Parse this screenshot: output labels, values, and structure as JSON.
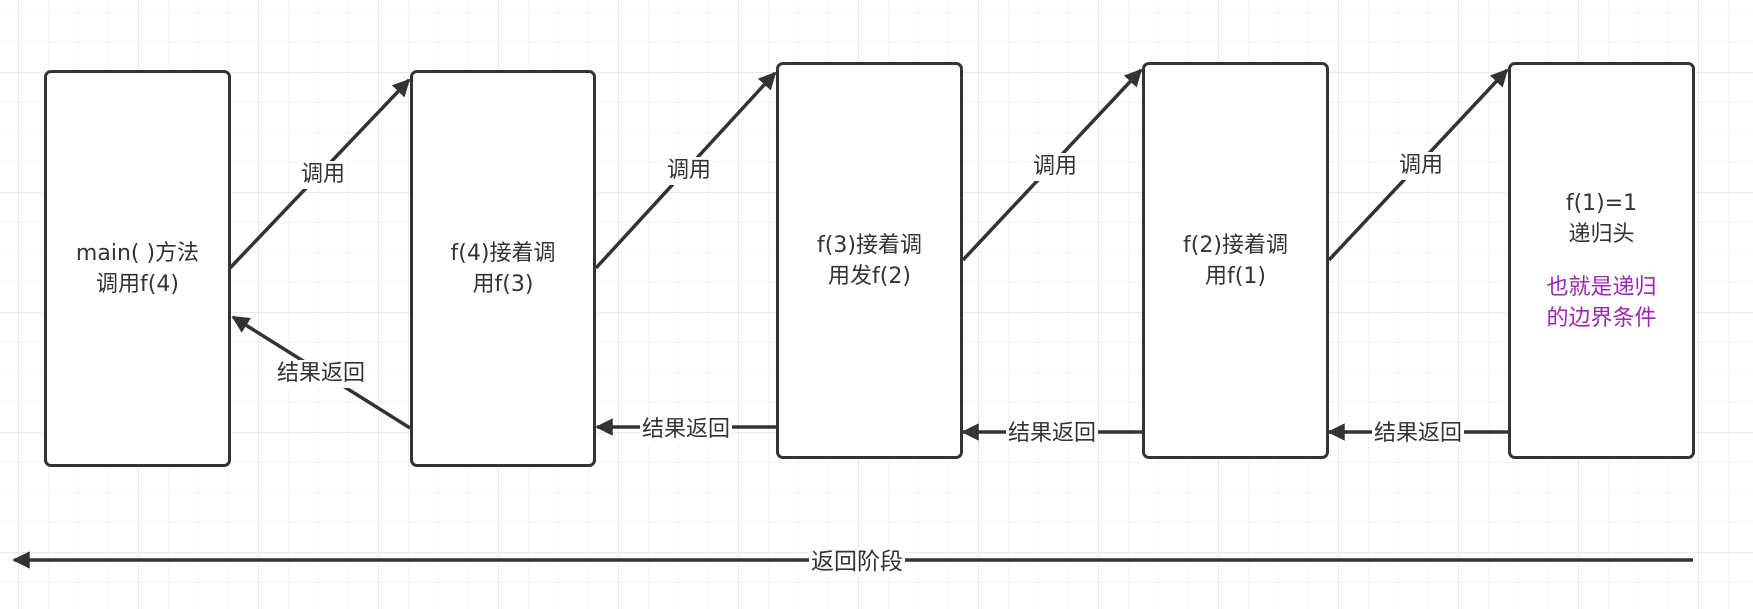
{
  "diagram": {
    "title": "Recursion call / return flow",
    "colors": {
      "stroke": "#333333",
      "note": "#9c27b0",
      "background": "#ffffff",
      "grid": "#f3f3f3"
    },
    "nodes": [
      {
        "id": "main",
        "lines": [
          "main( )方法",
          "调用f(4)"
        ]
      },
      {
        "id": "f4",
        "lines": [
          "f(4)接着调",
          "用f(3)"
        ]
      },
      {
        "id": "f3",
        "lines": [
          "f(3)接着调",
          "用发f(2)"
        ]
      },
      {
        "id": "f2",
        "lines": [
          "f(2)接着调",
          "用f(1)"
        ]
      },
      {
        "id": "f1",
        "lines": [
          "f(1)=1",
          "递归头"
        ],
        "note": [
          "也就是递归",
          "的边界条件"
        ]
      }
    ],
    "edges": [
      {
        "from": "main",
        "to": "f4",
        "label": "调用",
        "kind": "call"
      },
      {
        "from": "f4",
        "to": "f3",
        "label": "调用",
        "kind": "call"
      },
      {
        "from": "f3",
        "to": "f2",
        "label": "调用",
        "kind": "call"
      },
      {
        "from": "f2",
        "to": "f1",
        "label": "调用",
        "kind": "call"
      },
      {
        "from": "f4",
        "to": "main",
        "label": "结果返回",
        "kind": "return"
      },
      {
        "from": "f3",
        "to": "f4",
        "label": "结果返回",
        "kind": "return"
      },
      {
        "from": "f2",
        "to": "f3",
        "label": "结果返回",
        "kind": "return"
      },
      {
        "from": "f1",
        "to": "f2",
        "label": "结果返回",
        "kind": "return"
      }
    ],
    "phase_arrow": {
      "label": "返回阶段",
      "direction": "right-to-left"
    }
  }
}
